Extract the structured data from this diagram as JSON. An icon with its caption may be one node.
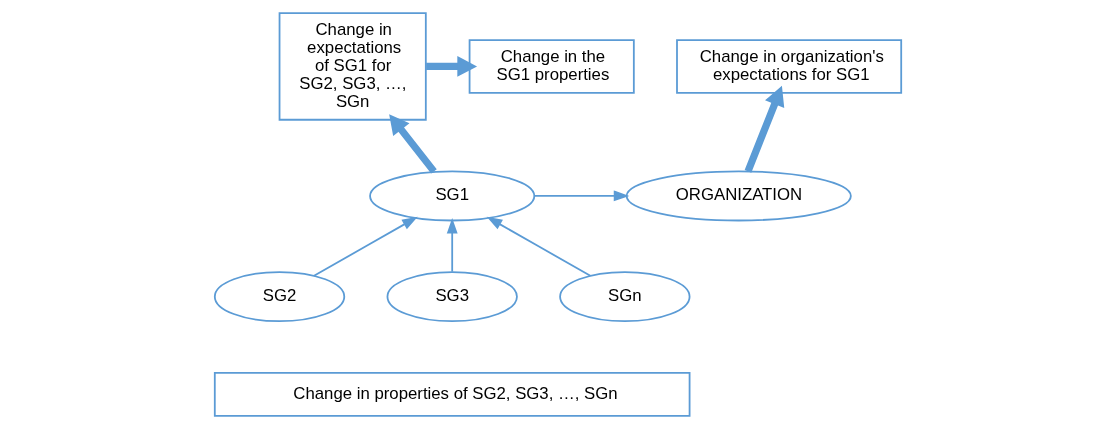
{
  "diagram": {
    "nodes": [
      {
        "text": [
          "Change in organization's expectations for SG1"
        ]
      },
      {
        "text": [
          "Change in the SG1 properties"
        ]
      },
      {
        "text": [
          "Change in expectations of SG1 for SG2, SG3, …, SGn"
        ]
      },
      {
        "text": [
          "ORGANIZATION"
        ]
      },
      {
        "text": [
          "SG1"
        ]
      },
      {
        "text": [
          "SG2"
        ]
      },
      {
        "text": [
          "SG3"
        ]
      },
      {
        "text": [
          "SGn"
        ]
      },
      {
        "text": [
          "Change in properties of SG2, SG3, …, SGn"
        ]
      }
    ],
    "edges": [
      {
        "from": 3,
        "to": 0,
        "arrow": "to",
        "style": "thick"
      },
      {
        "from": 4,
        "to": 3,
        "arrow": "to"
      },
      {
        "from": 2,
        "to": 1,
        "arrow": "to",
        "style": "thick"
      },
      {
        "from": 4,
        "to": 2,
        "arrow": "to",
        "style": "thick"
      },
      {
        "from": 5,
        "to": 4,
        "arrow": "to"
      },
      {
        "from": 6,
        "to": 4,
        "arrow": "to"
      },
      {
        "from": 7,
        "to": 4,
        "arrow": "to"
      }
    ]
  }
}
